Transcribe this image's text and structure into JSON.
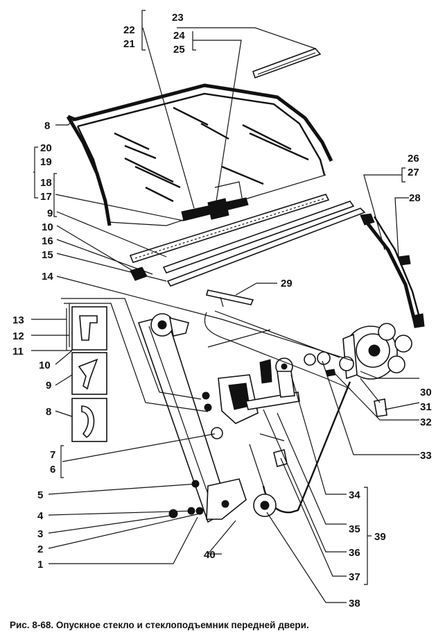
{
  "caption": "Рис. 8-68. Опускное стекло и стеклоподъемник передней двери.",
  "labels": {
    "l1": "1",
    "l2": "2",
    "l3": "3",
    "l4": "4",
    "l5": "5",
    "l6": "6",
    "l7": "7",
    "l8": "8",
    "l8b": "8",
    "l9": "9",
    "l9b": "9",
    "l10": "10",
    "l10b": "10",
    "l11": "11",
    "l12": "12",
    "l13": "13",
    "l14": "14",
    "l15": "15",
    "l16": "16",
    "l17": "17",
    "l18": "18",
    "l19": "19",
    "l20": "20",
    "l21": "21",
    "l22": "22",
    "l23": "23",
    "l24": "24",
    "l25": "25",
    "l26": "26",
    "l27": "27",
    "l28": "28",
    "l29": "29",
    "l30": "30",
    "l31": "31",
    "l32": "32",
    "l33": "33",
    "l34": "34",
    "l35": "35",
    "l36": "36",
    "l37": "37",
    "l38": "38",
    "l39": "39",
    "l40": "40"
  }
}
